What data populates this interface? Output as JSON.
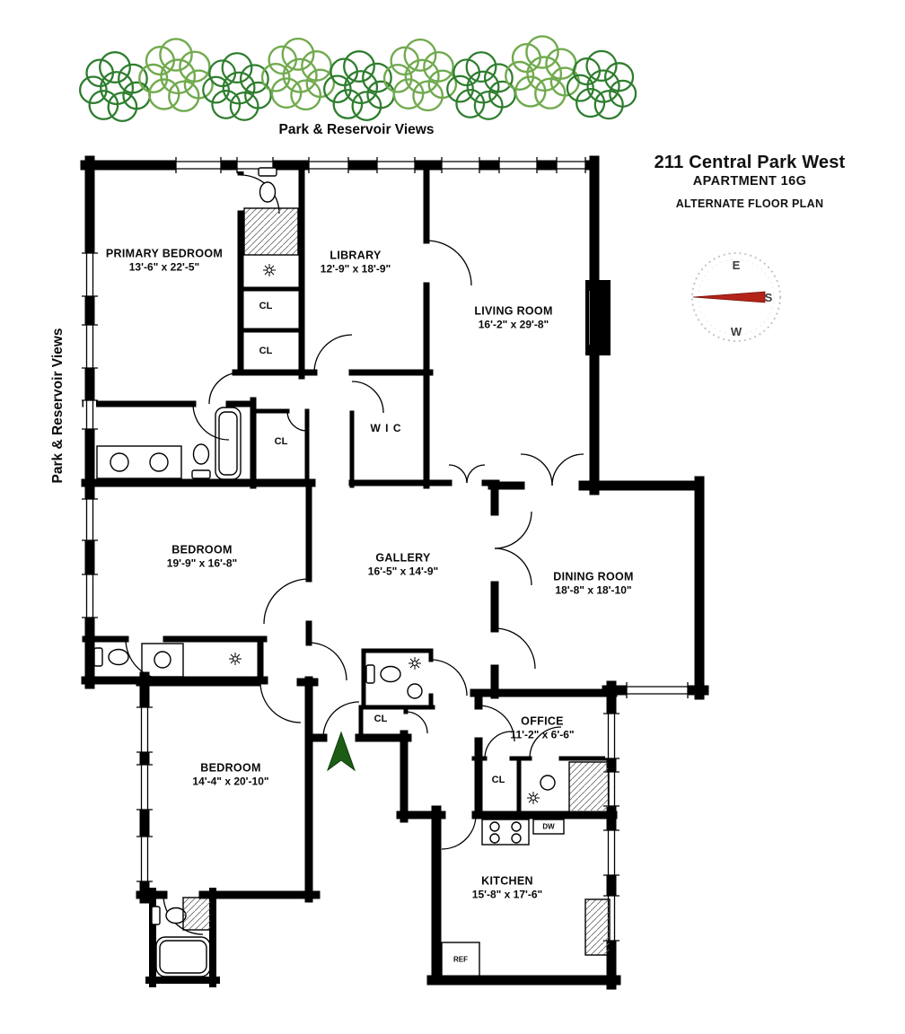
{
  "header": {
    "building": "211 Central Park West",
    "apartment": "APARTMENT 16G",
    "plan_type": "ALTERNATE FLOOR PLAN"
  },
  "views": {
    "top": "Park & Reservoir Views",
    "left": "Park & Reservoir Views"
  },
  "compass": {
    "e": "E",
    "s": "S",
    "w": "W",
    "needle_color": "#b3231a"
  },
  "rooms": [
    {
      "name": "PRIMARY BEDROOM",
      "dims": "13'-6\" x 22'-5\""
    },
    {
      "name": "LIBRARY",
      "dims": "12'-9\" x 18'-9\""
    },
    {
      "name": "LIVING ROOM",
      "dims": "16'-2\" x 29'-8\""
    },
    {
      "name": "BEDROOM",
      "dims": "19'-9\" x 16'-8\""
    },
    {
      "name": "GALLERY",
      "dims": "16'-5\" x 14'-9\""
    },
    {
      "name": "DINING ROOM",
      "dims": "18'-8\" x 18'-10\""
    },
    {
      "name": "BEDROOM",
      "dims": "14'-4\" x 20'-10\""
    },
    {
      "name": "OFFICE",
      "dims": "11'-2\" x 6'-6\""
    },
    {
      "name": "KITCHEN",
      "dims": "15'-8\" x 17'-6\""
    }
  ],
  "labels": {
    "wic": "W I C",
    "cl": "CL",
    "ref": "REF",
    "dw": "DW"
  }
}
